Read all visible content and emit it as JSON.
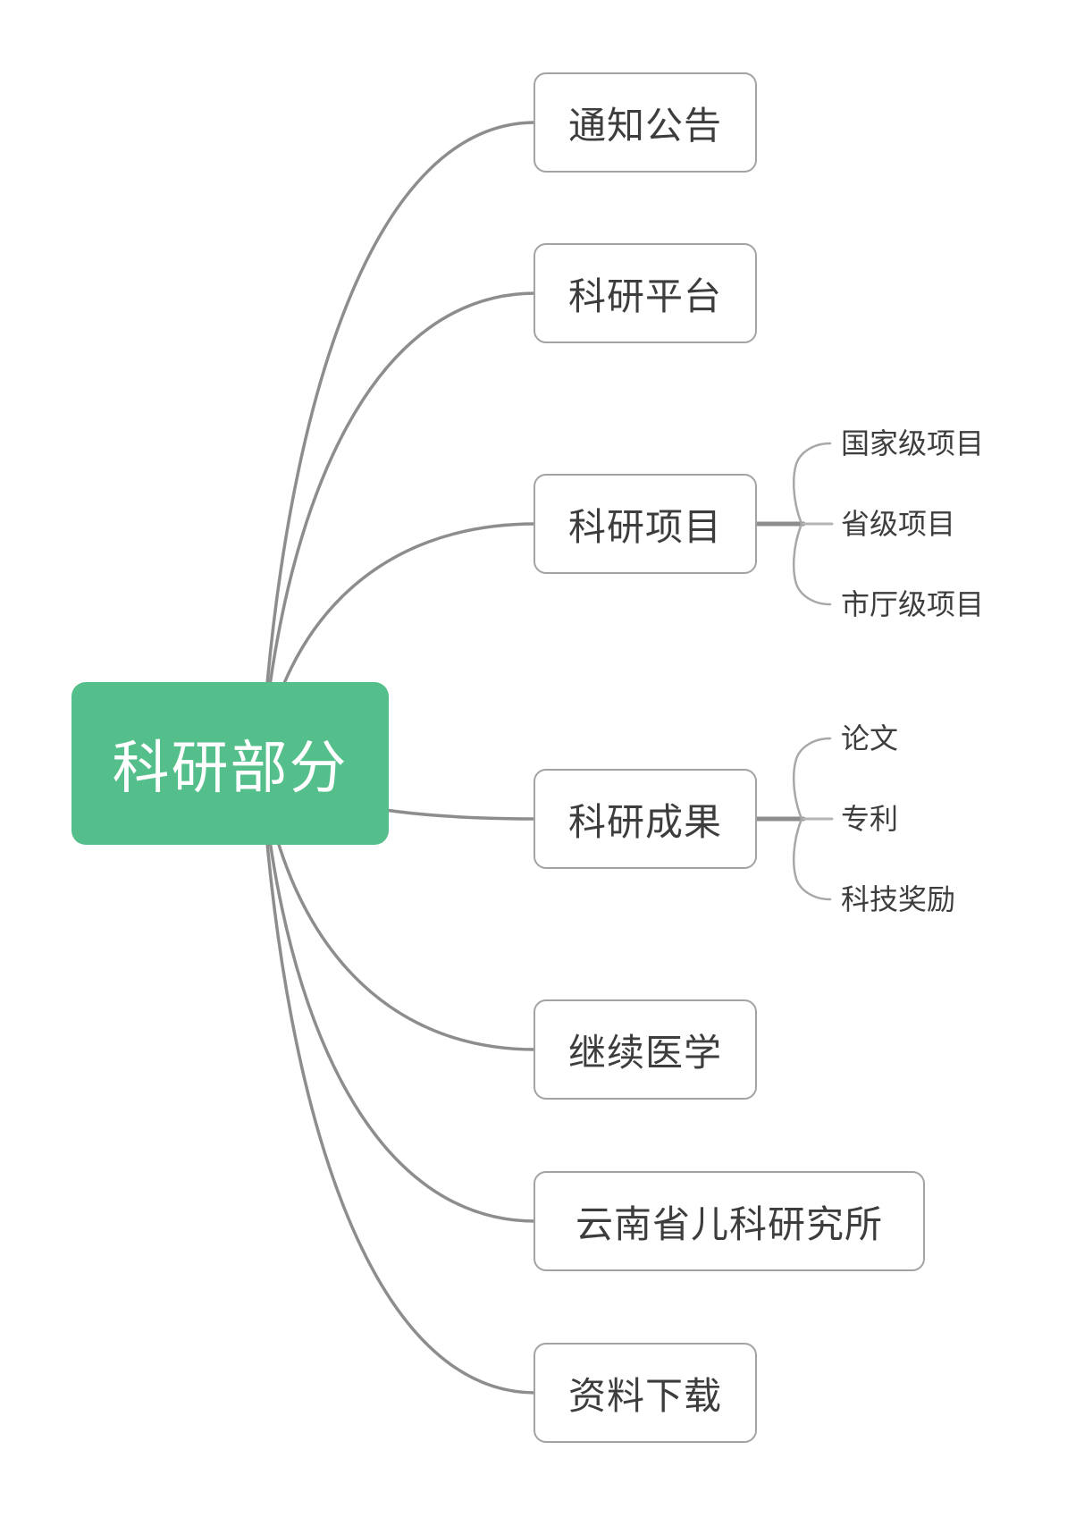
{
  "diagram": {
    "type": "mindmap",
    "root": {
      "label": "科研部分",
      "fill_color": "#54BF8B",
      "text_color": "#FFFFFF"
    },
    "branches": [
      {
        "label": "通知公告",
        "children": []
      },
      {
        "label": "科研平台",
        "children": []
      },
      {
        "label": "科研项目",
        "children": [
          "国家级项目",
          "省级项目",
          "市厅级项目"
        ]
      },
      {
        "label": "科研成果",
        "children": [
          "论文",
          "专利",
          "科技奖励"
        ]
      },
      {
        "label": "继续医学",
        "children": []
      },
      {
        "label": "云南省儿科研究所",
        "children": []
      },
      {
        "label": "资料下载",
        "children": []
      }
    ],
    "styles": {
      "branch_border_color": "#A3A3A3",
      "branch_text_color": "#3D3D3D",
      "connector_color": "#8D8D8D",
      "sub_connector_color": "#A8A8A8",
      "background_color": "#FFFFFF"
    }
  }
}
